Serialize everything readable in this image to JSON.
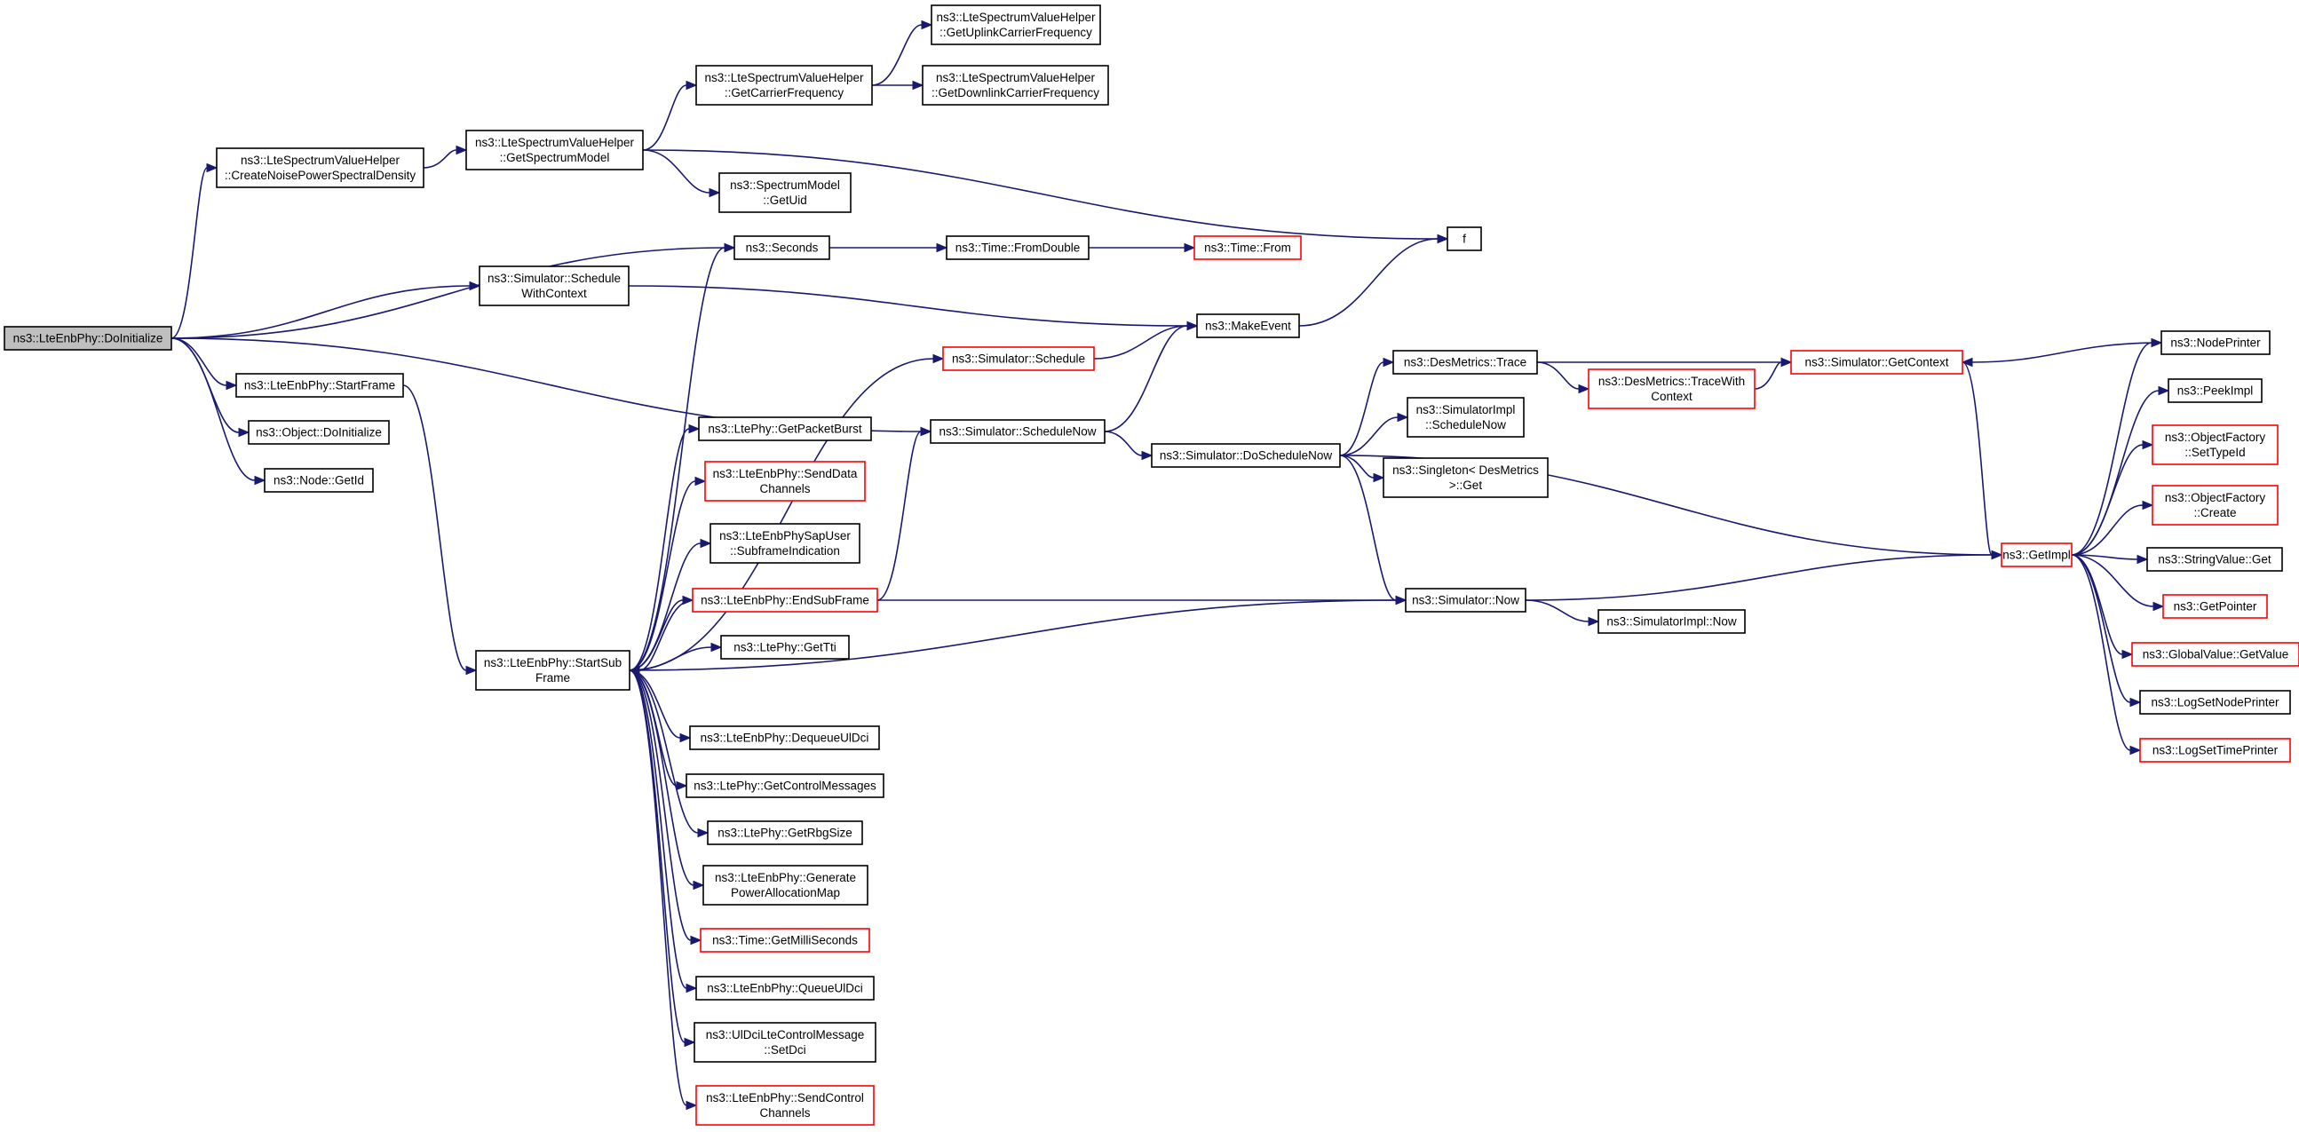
{
  "diagram": {
    "nodes": [
      {
        "id": "doinit",
        "lines": [
          "ns3::LteEnbPhy::DoInitialize"
        ],
        "root": true
      },
      {
        "id": "createnoise",
        "lines": [
          "ns3::LteSpectrumValueHelper",
          "::CreateNoisePowerSpectralDensity"
        ]
      },
      {
        "id": "getspectrum",
        "lines": [
          "ns3::LteSpectrumValueHelper",
          "::GetSpectrumModel"
        ]
      },
      {
        "id": "getcarrier",
        "lines": [
          "ns3::LteSpectrumValueHelper",
          "::GetCarrierFrequency"
        ]
      },
      {
        "id": "getuplink",
        "lines": [
          "ns3::LteSpectrumValueHelper",
          "::GetUplinkCarrierFrequency"
        ]
      },
      {
        "id": "getdownlink",
        "lines": [
          "ns3::LteSpectrumValueHelper",
          "::GetDownlinkCarrierFrequency"
        ]
      },
      {
        "id": "getuid",
        "lines": [
          "ns3::SpectrumModel",
          "::GetUid"
        ]
      },
      {
        "id": "f",
        "lines": [
          "f"
        ]
      },
      {
        "id": "seconds",
        "lines": [
          "ns3::Seconds"
        ]
      },
      {
        "id": "fromdouble",
        "lines": [
          "ns3::Time::FromDouble"
        ]
      },
      {
        "id": "timefrom",
        "lines": [
          "ns3::Time::From"
        ],
        "red": true
      },
      {
        "id": "schedwctx",
        "lines": [
          "ns3::Simulator::Schedule",
          "WithContext"
        ]
      },
      {
        "id": "makeevent",
        "lines": [
          "ns3::MakeEvent"
        ]
      },
      {
        "id": "simschedule",
        "lines": [
          "ns3::Simulator::Schedule"
        ],
        "red": true
      },
      {
        "id": "startframe",
        "lines": [
          "ns3::LteEnbPhy::StartFrame"
        ]
      },
      {
        "id": "objdoinit",
        "lines": [
          "ns3::Object::DoInitialize"
        ]
      },
      {
        "id": "nodegetid",
        "lines": [
          "ns3::Node::GetId"
        ]
      },
      {
        "id": "schednow",
        "lines": [
          "ns3::Simulator::ScheduleNow"
        ]
      },
      {
        "id": "doschednow",
        "lines": [
          "ns3::Simulator::DoScheduleNow"
        ]
      },
      {
        "id": "desmtrace",
        "lines": [
          "ns3::DesMetrics::Trace"
        ]
      },
      {
        "id": "desmtracewc",
        "lines": [
          "ns3::DesMetrics::TraceWith",
          "Context"
        ],
        "red": true
      },
      {
        "id": "getcontext",
        "lines": [
          "ns3::Simulator::GetContext"
        ],
        "red": true
      },
      {
        "id": "simimplsched",
        "lines": [
          "ns3::SimulatorImpl",
          "::ScheduleNow"
        ]
      },
      {
        "id": "singleton",
        "lines": [
          "ns3::Singleton< DesMetrics",
          " >::Get"
        ]
      },
      {
        "id": "getimpl",
        "lines": [
          "ns3::GetImpl"
        ],
        "red": true
      },
      {
        "id": "simnow",
        "lines": [
          "ns3::Simulator::Now"
        ]
      },
      {
        "id": "simimplnow",
        "lines": [
          "ns3::SimulatorImpl::Now"
        ]
      },
      {
        "id": "nodeprinter",
        "lines": [
          "ns3::NodePrinter"
        ]
      },
      {
        "id": "peekimpl",
        "lines": [
          "ns3::PeekImpl"
        ]
      },
      {
        "id": "settypeid",
        "lines": [
          "ns3::ObjectFactory",
          "::SetTypeId"
        ],
        "red": true
      },
      {
        "id": "ofcreate",
        "lines": [
          "ns3::ObjectFactory",
          "::Create"
        ],
        "red": true
      },
      {
        "id": "strvalget",
        "lines": [
          "ns3::StringValue::Get"
        ]
      },
      {
        "id": "getpointer",
        "lines": [
          "ns3::GetPointer"
        ],
        "red": true
      },
      {
        "id": "gvgetvalue",
        "lines": [
          "ns3::GlobalValue::GetValue"
        ],
        "red": true
      },
      {
        "id": "logsetnode",
        "lines": [
          "ns3::LogSetNodePrinter"
        ]
      },
      {
        "id": "logsettime",
        "lines": [
          "ns3::LogSetTimePrinter"
        ],
        "red": true
      },
      {
        "id": "startsub",
        "lines": [
          "ns3::LteEnbPhy::StartSub",
          "Frame"
        ]
      },
      {
        "id": "getpacketburst",
        "lines": [
          "ns3::LtePhy::GetPacketBurst"
        ]
      },
      {
        "id": "senddata",
        "lines": [
          "ns3::LteEnbPhy::SendData",
          "Channels"
        ],
        "red": true
      },
      {
        "id": "subframeind",
        "lines": [
          "ns3::LteEnbPhySapUser",
          "::SubframeIndication"
        ]
      },
      {
        "id": "endsub",
        "lines": [
          "ns3::LteEnbPhy::EndSubFrame"
        ],
        "red": true
      },
      {
        "id": "gettti",
        "lines": [
          "ns3::LtePhy::GetTti"
        ]
      },
      {
        "id": "dequeue",
        "lines": [
          "ns3::LteEnbPhy::DequeueUlDci"
        ]
      },
      {
        "id": "getctrlmsg",
        "lines": [
          "ns3::LtePhy::GetControlMessages"
        ]
      },
      {
        "id": "getrbgsize",
        "lines": [
          "ns3::LtePhy::GetRbgSize"
        ]
      },
      {
        "id": "genpower",
        "lines": [
          "ns3::LteEnbPhy::Generate",
          "PowerAllocationMap"
        ]
      },
      {
        "id": "getmilli",
        "lines": [
          "ns3::Time::GetMilliSeconds"
        ],
        "red": true
      },
      {
        "id": "queueul",
        "lines": [
          "ns3::LteEnbPhy::QueueUlDci"
        ]
      },
      {
        "id": "setdci",
        "lines": [
          "ns3::UlDciLteControlMessage",
          "::SetDci"
        ]
      },
      {
        "id": "sendctrl",
        "lines": [
          "ns3::LteEnbPhy::SendControl",
          "Channels"
        ],
        "red": true
      }
    ],
    "edges": [
      [
        "doinit",
        "createnoise"
      ],
      [
        "doinit",
        "seconds"
      ],
      [
        "doinit",
        "schedwctx"
      ],
      [
        "doinit",
        "schednow"
      ],
      [
        "doinit",
        "startframe"
      ],
      [
        "doinit",
        "objdoinit"
      ],
      [
        "doinit",
        "nodegetid"
      ],
      [
        "createnoise",
        "getspectrum"
      ],
      [
        "getspectrum",
        "getcarrier"
      ],
      [
        "getspectrum",
        "getuid"
      ],
      [
        "getspectrum",
        "f"
      ],
      [
        "getcarrier",
        "getuplink"
      ],
      [
        "getcarrier",
        "getdownlink"
      ],
      [
        "seconds",
        "fromdouble"
      ],
      [
        "fromdouble",
        "timefrom"
      ],
      [
        "schedwctx",
        "makeevent"
      ],
      [
        "makeevent",
        "f"
      ],
      [
        "simschedule",
        "makeevent"
      ],
      [
        "schednow",
        "makeevent"
      ],
      [
        "schednow",
        "doschednow"
      ],
      [
        "startframe",
        "startsub"
      ],
      [
        "doschednow",
        "desmtrace"
      ],
      [
        "doschednow",
        "simimplsched"
      ],
      [
        "doschednow",
        "singleton"
      ],
      [
        "doschednow",
        "getimpl"
      ],
      [
        "doschednow",
        "simnow"
      ],
      [
        "desmtrace",
        "getcontext"
      ],
      [
        "desmtrace",
        "desmtracewc"
      ],
      [
        "desmtracewc",
        "getcontext"
      ],
      [
        "getcontext",
        "getimpl"
      ],
      [
        "nodeprinter",
        "getcontext"
      ],
      [
        "simnow",
        "getimpl"
      ],
      [
        "simnow",
        "simimplnow"
      ],
      [
        "getimpl",
        "nodeprinter"
      ],
      [
        "getimpl",
        "peekimpl"
      ],
      [
        "getimpl",
        "settypeid"
      ],
      [
        "getimpl",
        "ofcreate"
      ],
      [
        "getimpl",
        "strvalget"
      ],
      [
        "getimpl",
        "getpointer"
      ],
      [
        "getimpl",
        "gvgetvalue"
      ],
      [
        "getimpl",
        "logsetnode"
      ],
      [
        "getimpl",
        "logsettime"
      ],
      [
        "startsub",
        "seconds"
      ],
      [
        "startsub",
        "simschedule"
      ],
      [
        "startsub",
        "getpacketburst"
      ],
      [
        "startsub",
        "senddata"
      ],
      [
        "startsub",
        "subframeind"
      ],
      [
        "startsub",
        "endsub"
      ],
      [
        "startsub",
        "gettti"
      ],
      [
        "startsub",
        "simnow"
      ],
      [
        "startsub",
        "dequeue"
      ],
      [
        "startsub",
        "getctrlmsg"
      ],
      [
        "startsub",
        "getrbgsize"
      ],
      [
        "startsub",
        "genpower"
      ],
      [
        "startsub",
        "getmilli"
      ],
      [
        "startsub",
        "queueul"
      ],
      [
        "startsub",
        "setdci"
      ],
      [
        "startsub",
        "sendctrl"
      ],
      [
        "endsub",
        "startsub"
      ],
      [
        "endsub",
        "schednow"
      ],
      [
        "endsub",
        "simnow"
      ]
    ],
    "colors": {
      "edge": "#191970",
      "node_border": "#000000",
      "highlight_border": "#ff0000",
      "root_fill": "#bfbfbf"
    }
  }
}
